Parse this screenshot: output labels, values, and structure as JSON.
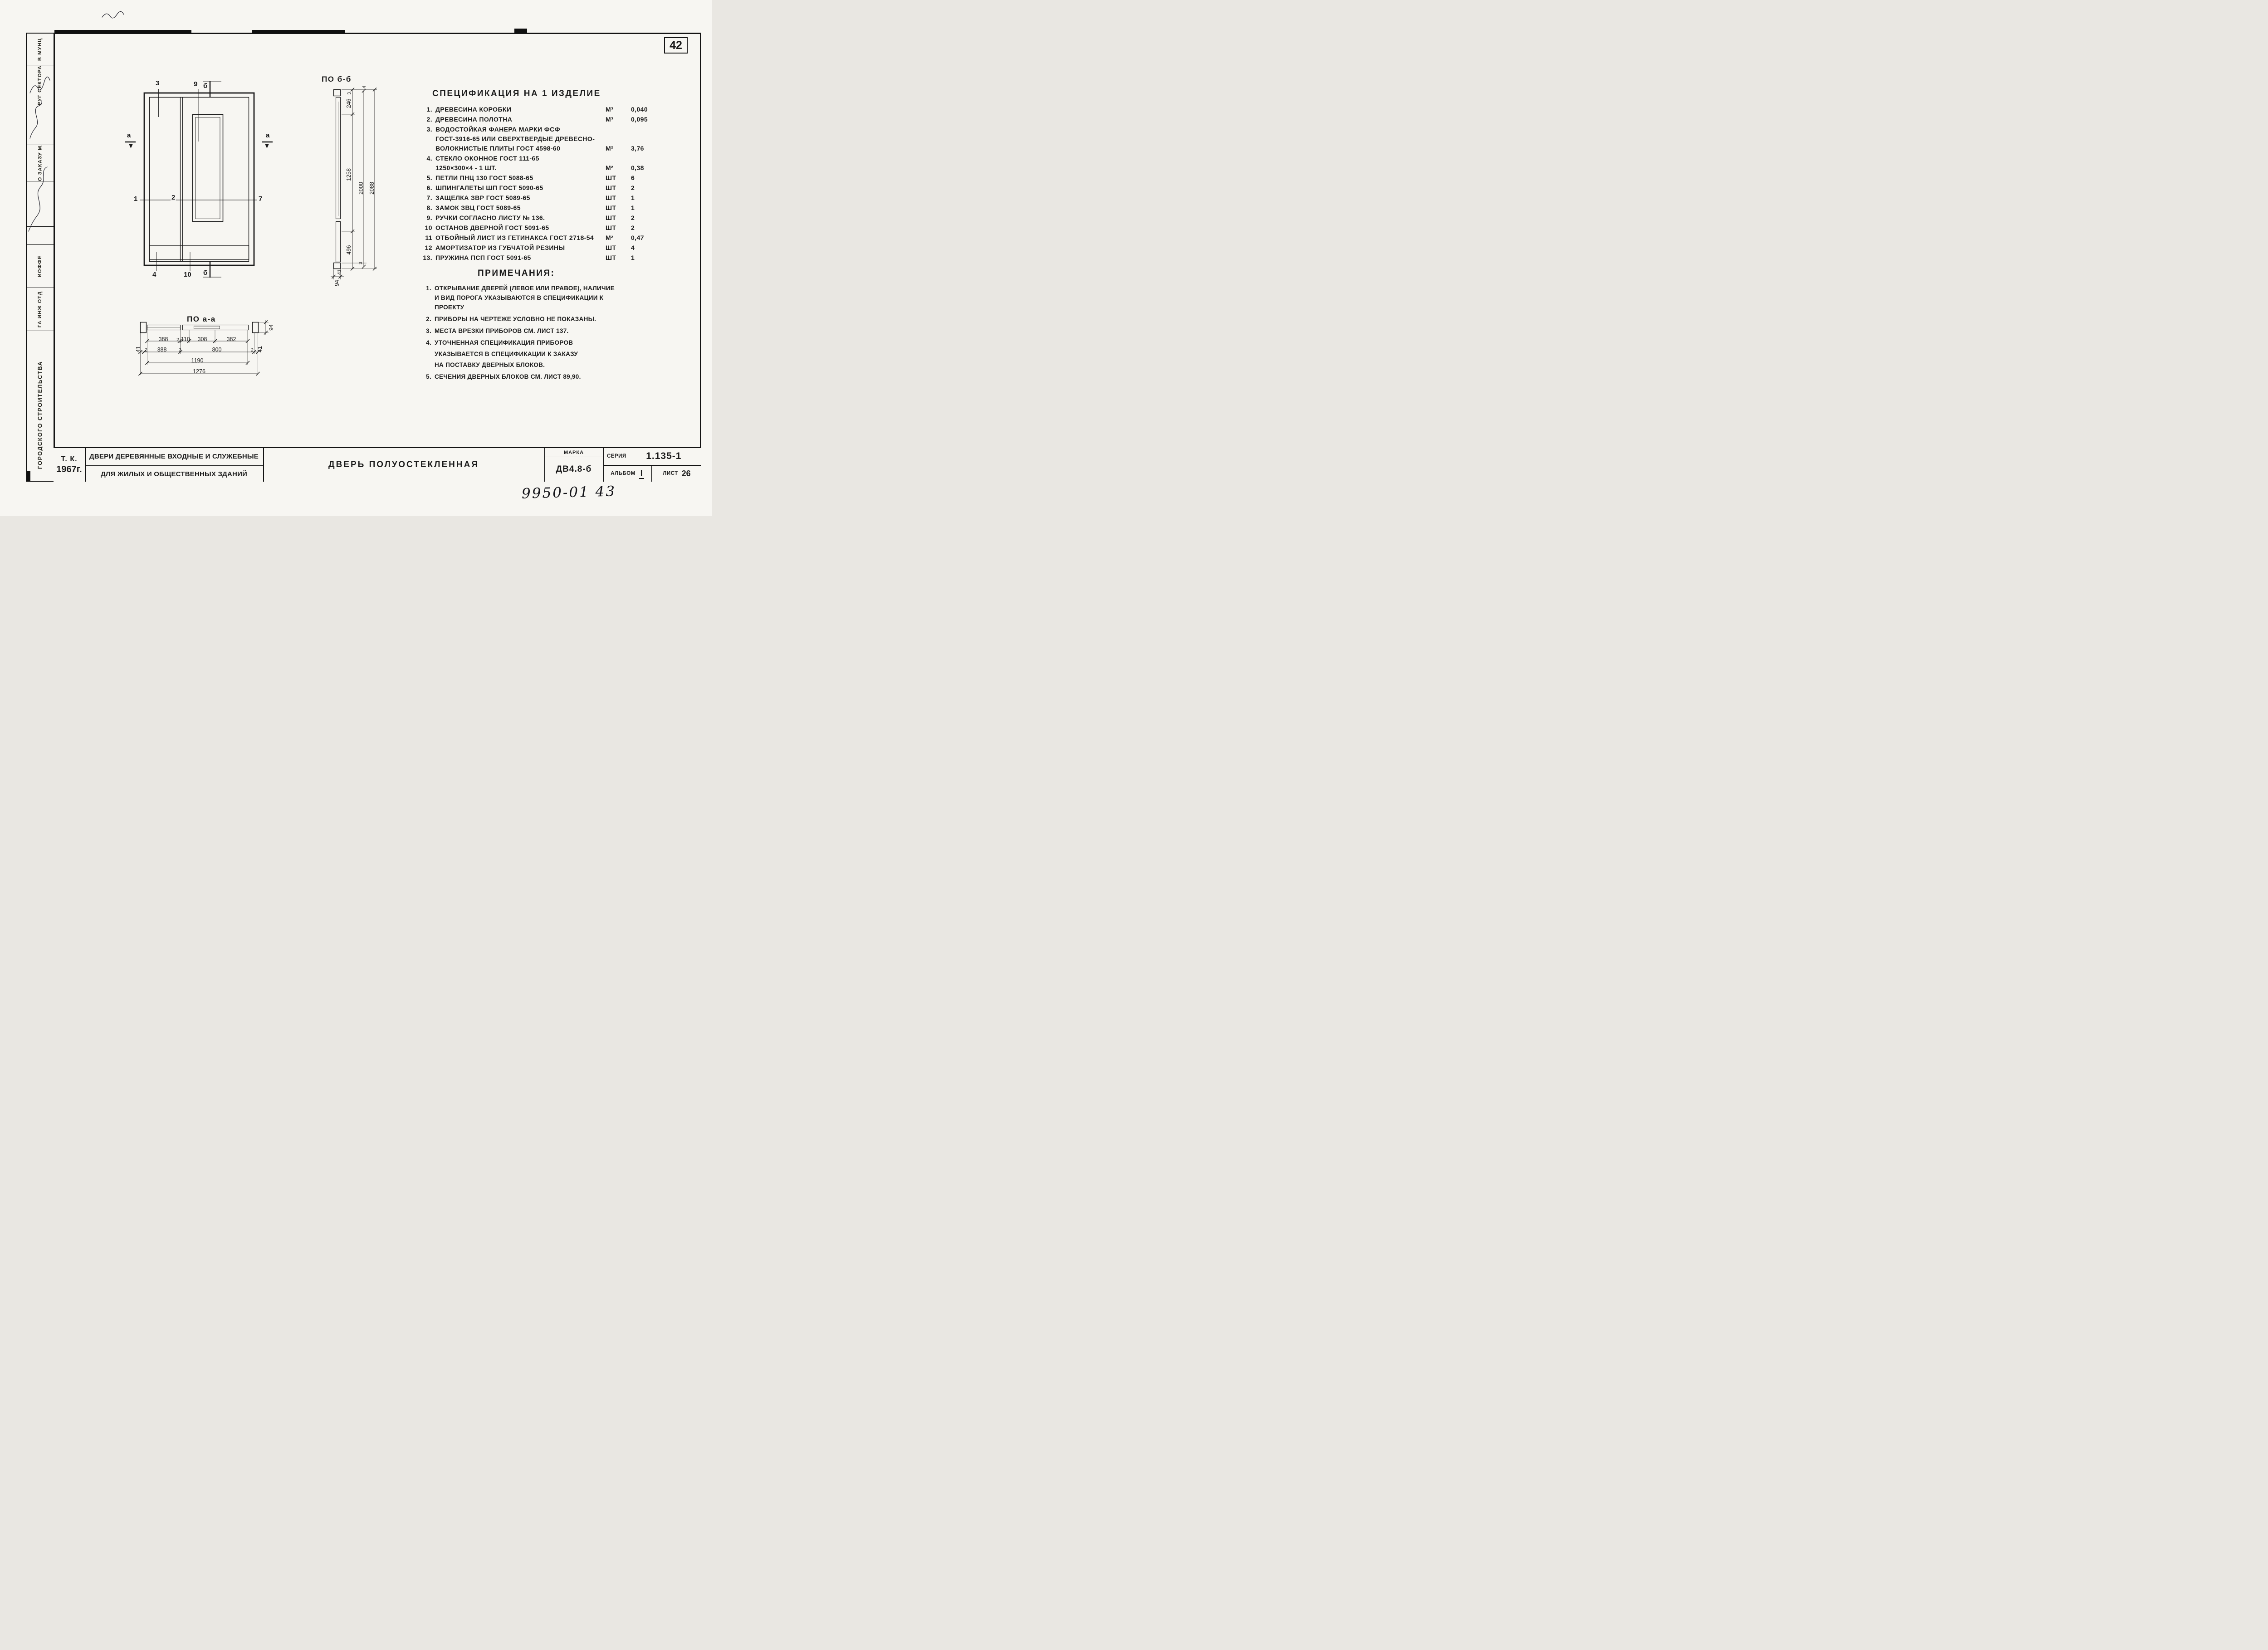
{
  "page": {
    "number": "42",
    "handwritten_code": "9950-01  43"
  },
  "stamp_column": {
    "e1": "В МУНЦ",
    "e2": "РУГ СЕКТОРА",
    "e3": "ПО ЗАКАЗУ МА",
    "e4": "ИОФФЕ",
    "e5": "ГА ИНЖ ОТД",
    "e6": "ГОРОДСКОГО СТРОИТЕЛЬСТВА"
  },
  "front_view": {
    "callouts": {
      "c3": "3",
      "c9": "9",
      "sec_top": "б",
      "c1": "1",
      "c2": "2",
      "c7": "7",
      "c4": "4",
      "c10": "10",
      "sec_bot": "б",
      "cut_left": "a",
      "cut_right": "a"
    }
  },
  "section_bb": {
    "title": "ПО б-б",
    "dims": {
      "top4": "4",
      "top3": "3",
      "seg246": "246",
      "seg1258": "1258",
      "seg496": "496",
      "bot41": "41",
      "bot3": "3",
      "total2000": "2000",
      "total2088": "2088",
      "width94": "94"
    }
  },
  "section_aa": {
    "title": "ПО а-а",
    "row1": [
      "388",
      "2",
      "110",
      "308",
      "382"
    ],
    "row2": [
      "41",
      "2",
      "388",
      "2",
      "800",
      "2",
      "41"
    ],
    "total_inner": "1190",
    "total_outer": "1276",
    "thickness": "94"
  },
  "spec": {
    "title": "СПЕЦИФИКАЦИЯ НА 1 ИЗДЕЛИЕ",
    "items": [
      {
        "num": "1.",
        "lines": [
          "ДРЕВЕСИНА КОРОБКИ"
        ],
        "unit": "М³",
        "qty": "0,040"
      },
      {
        "num": "2.",
        "lines": [
          "ДРЕВЕСИНА ПОЛОТНА"
        ],
        "unit": "М³",
        "qty": "0,095"
      },
      {
        "num": "3.",
        "lines": [
          "ВОДОСТОЙКАЯ ФАНЕРА МАРКИ ФСФ",
          "ГОСТ-3916-65 ИЛИ СВЕРХТВЕРДЫЕ ДРЕВЕСНО-",
          "ВОЛОКНИСТЫЕ ПЛИТЫ ГОСТ 4598-60"
        ],
        "unit": "М²",
        "qty": "3,76"
      },
      {
        "num": "4.",
        "lines": [
          "СТЕКЛО ОКОННОЕ ГОСТ 111-65",
          "1250×300×4 - 1 ШТ."
        ],
        "unit": "М²",
        "qty": "0,38"
      },
      {
        "num": "5.",
        "lines": [
          "ПЕТЛИ ПНЦ 130 ГОСТ 5088-65"
        ],
        "unit": "ШТ",
        "qty": "6"
      },
      {
        "num": "6.",
        "lines": [
          "ШПИНГАЛЕТЫ ШП ГОСТ 5090-65"
        ],
        "unit": "ШТ",
        "qty": "2"
      },
      {
        "num": "7.",
        "lines": [
          "ЗАЩЕЛКА ЗВР ГОСТ 5089-65"
        ],
        "unit": "ШТ",
        "qty": "1"
      },
      {
        "num": "8.",
        "lines": [
          "ЗАМОК ЗВЦ ГОСТ 5089-65"
        ],
        "unit": "ШТ",
        "qty": "1"
      },
      {
        "num": "9.",
        "lines": [
          "РУЧКИ СОГЛАСНО ЛИСТУ № 136."
        ],
        "unit": "ШТ",
        "qty": "2"
      },
      {
        "num": "10",
        "lines": [
          "ОСТАНОВ ДВЕРНОЙ ГОСТ 5091-65"
        ],
        "unit": "ШТ",
        "qty": "2"
      },
      {
        "num": "11",
        "lines": [
          "ОТБОЙНЫЙ ЛИСТ ИЗ ГЕТИНАКСА ГОСТ 2718-54"
        ],
        "unit": "М²",
        "qty": "0,47"
      },
      {
        "num": "12",
        "lines": [
          "АМОРТИЗАТОР ИЗ ГУБЧАТОЙ РЕЗИНЫ"
        ],
        "unit": "ШТ",
        "qty": "4"
      },
      {
        "num": "13.",
        "lines": [
          "ПРУЖИНА ПСП ГОСТ 5091-65"
        ],
        "unit": "ШТ",
        "qty": "1"
      }
    ]
  },
  "notes": {
    "title": "ПРИМЕЧАНИЯ:",
    "items": [
      {
        "num": "1.",
        "lines": [
          "ОТКРЫВАНИЕ ДВЕРЕЙ (ЛЕВОЕ ИЛИ ПРАВОЕ), НАЛИЧИЕ",
          "И ВИД ПОРОГА УКАЗЫВАЮТСЯ В СПЕЦИФИКАЦИИ К",
          "ПРОЕКТУ"
        ]
      },
      {
        "num": "2.",
        "lines": [
          "ПРИБОРЫ НА ЧЕРТЕЖЕ УСЛОВНО НЕ ПОКАЗАНЫ."
        ]
      },
      {
        "num": "3.",
        "lines": [
          "МЕСТА ВРЕЗКИ ПРИБОРОВ СМ. ЛИСТ 137."
        ]
      },
      {
        "num": "4.",
        "lines": [
          "УТОЧНЕННАЯ СПЕЦИФИКАЦИЯ ПРИБОРОВ",
          "УКАЗЫВАЕТСЯ В СПЕЦИФИКАЦИИ К ЗАКАЗУ",
          "НА ПОСТАВКУ ДВЕРНЫХ БЛОКОВ."
        ]
      },
      {
        "num": "5.",
        "lines": [
          "СЕЧЕНИЯ ДВЕРНЫХ БЛОКОВ СМ. ЛИСТ 89,90."
        ]
      }
    ]
  },
  "title_block": {
    "org_line1": "Т. К.",
    "org_line2": "1967г.",
    "project_line1": "ДВЕРИ ДЕРЕВЯННЫЕ ВХОДНЫЕ И СЛУЖЕБНЫЕ",
    "project_line2": "ДЛЯ ЖИЛЫХ И ОБЩЕСТВЕННЫХ ЗДАНИЙ",
    "sheet_title": "ДВЕРЬ ПОЛУОСТЕКЛЕННАЯ",
    "marka_label": "МАРКА",
    "marka_value": "ДВ4.8-б",
    "series_label": "СЕРИЯ",
    "series_value": "1.135-1",
    "album_label": "АЛЬБОМ",
    "album_value": "I",
    "sheet_label": "ЛИСТ",
    "sheet_value": "26"
  }
}
